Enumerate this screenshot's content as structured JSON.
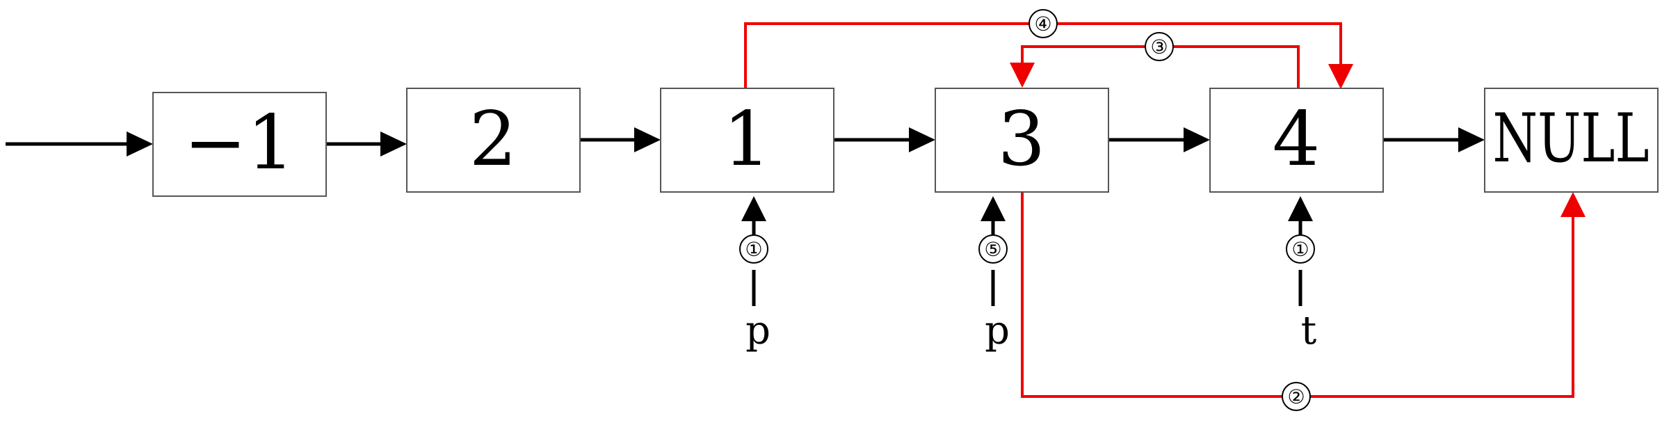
{
  "nodes": [
    {
      "label": "−1"
    },
    {
      "label": "2"
    },
    {
      "label": "1"
    },
    {
      "label": "3"
    },
    {
      "label": "4"
    },
    {
      "label": "NULL"
    }
  ],
  "pointers": {
    "p_first": "p",
    "p_second": "p",
    "t": "t"
  },
  "steps": {
    "step1_p": "①",
    "step1_t": "①",
    "step2": "②",
    "step3": "③",
    "step4": "④",
    "step5": "⑤"
  },
  "colors": {
    "link": "#000000",
    "change": "#ee0000"
  }
}
